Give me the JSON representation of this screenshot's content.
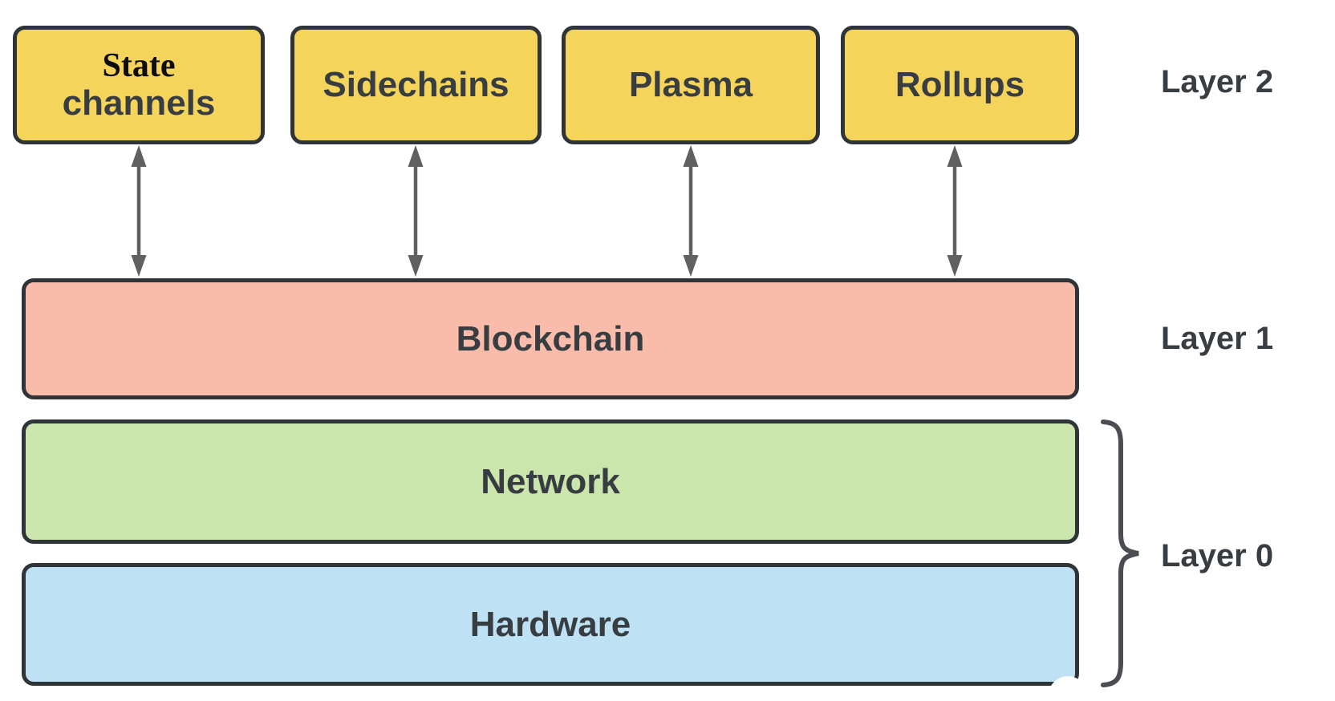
{
  "colors": {
    "yellow": "#F5D45C",
    "pink": "#F9BCAB",
    "green": "#CBE6AC",
    "blue": "#BEE1F4",
    "stroke": "#2F3438",
    "text": "#383D42",
    "ink": "#0D0D0D",
    "arrow": "#5F6062",
    "brace": "#4A4E52"
  },
  "layer2": {
    "label": "Layer 2",
    "boxes": {
      "state_channels": {
        "line1": "State",
        "line2": "channels"
      },
      "sidechains": {
        "label": "Sidechains"
      },
      "plasma": {
        "label": "Plasma"
      },
      "rollups": {
        "label": "Rollups"
      }
    }
  },
  "layer1": {
    "label": "Layer 1",
    "box": {
      "label": "Blockchain"
    }
  },
  "layer0": {
    "label": "Layer 0",
    "boxes": {
      "network": {
        "label": "Network"
      },
      "hardware": {
        "label": "Hardware"
      }
    }
  }
}
